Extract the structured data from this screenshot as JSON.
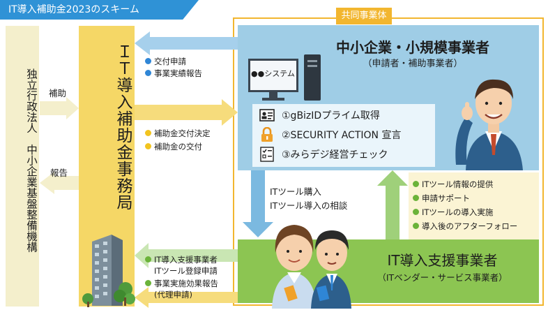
{
  "title": "IT導入補助金2023のスキーム",
  "agency": {
    "label": "独立行政法人　中小企業基盤整備機構"
  },
  "office": {
    "label": "ＩＴ導入補助金事務局"
  },
  "joint": {
    "label": "共同事業体"
  },
  "sme": {
    "title": "中小企業・小規模事業者",
    "subtitle": "（申請者・補助事業者）",
    "computer_label": "●●システム",
    "requirements": [
      {
        "text": "①gBizIDプライム取得",
        "icon": "id-card-icon"
      },
      {
        "text": "②SECURITY ACTION 宣言",
        "icon": "lock-icon"
      },
      {
        "text": "③みらデジ経営チェック",
        "icon": "checklist-icon"
      }
    ]
  },
  "vendor": {
    "title": "IT導入支援事業者",
    "subtitle": "（ITベンダー・サービス事業者）",
    "services": [
      "ITツール情報の提供",
      "申請サポート",
      "ITツールの導入実施",
      "導入後のアフターフォロー"
    ]
  },
  "flows": {
    "subsidy": "補助",
    "report": "報告",
    "sme_to_office": [
      "交付申請",
      "事業実績報告"
    ],
    "office_to_sme": [
      "補助金交付決定",
      "補助金の交付"
    ],
    "sme_to_vendor": [
      "ITツール購入",
      "ITツール導入の相談"
    ],
    "vendor_to_office": [
      "IT導入支援事業者",
      "ITツール登録申請",
      "事業実施効果報告",
      "(代理申請)"
    ]
  },
  "colors": {
    "title_blue": "#2f92d6",
    "office_yellow": "#f5d766",
    "agency_cream": "#f4efcc",
    "sme_blue": "#9fcde6",
    "vendor_green": "#8cc552",
    "joint_orange": "#f2b62f",
    "arrow_blue": "#7bb9e0",
    "arrow_green": "#9fd07a"
  }
}
